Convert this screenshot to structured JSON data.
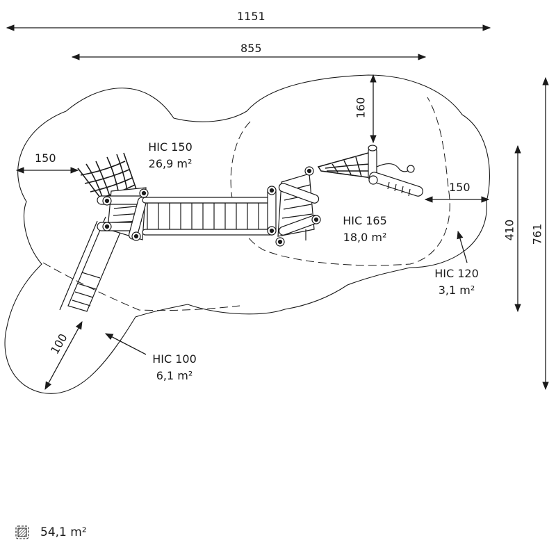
{
  "dimensions": {
    "overall_length": "1151",
    "structure_length": "855",
    "top_clearance": "160",
    "left_clearance": "150",
    "right_clearance": "150",
    "slide_clearance": "100",
    "overall_width": "761",
    "zone_width": "410"
  },
  "zones": [
    {
      "hic": "HIC 150",
      "area": "26,9 m²"
    },
    {
      "hic": "HIC 165",
      "area": "18,0 m²"
    },
    {
      "hic": "HIC 120",
      "area": "3,1 m²"
    },
    {
      "hic": "HIC 100",
      "area": "6,1 m²"
    }
  ],
  "legend": {
    "total_area": "54,1 m²",
    "icon": "hatched-area-icon"
  },
  "colors": {
    "line": "#1a1a1a",
    "background": "#ffffff"
  }
}
